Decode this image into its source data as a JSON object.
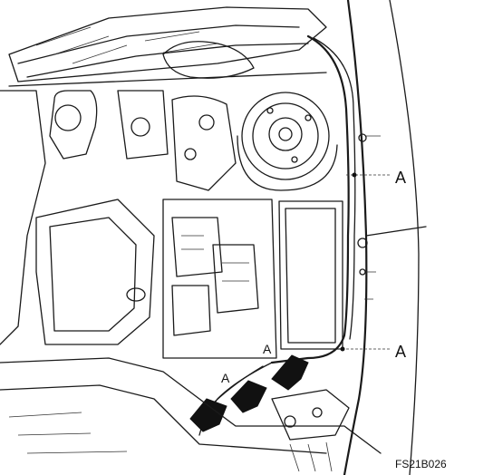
{
  "callouts": {
    "upper_label": "A",
    "lower_label": "A",
    "harness_label_1": "A",
    "harness_label_2": "A"
  },
  "figure_code": "FS21B026"
}
